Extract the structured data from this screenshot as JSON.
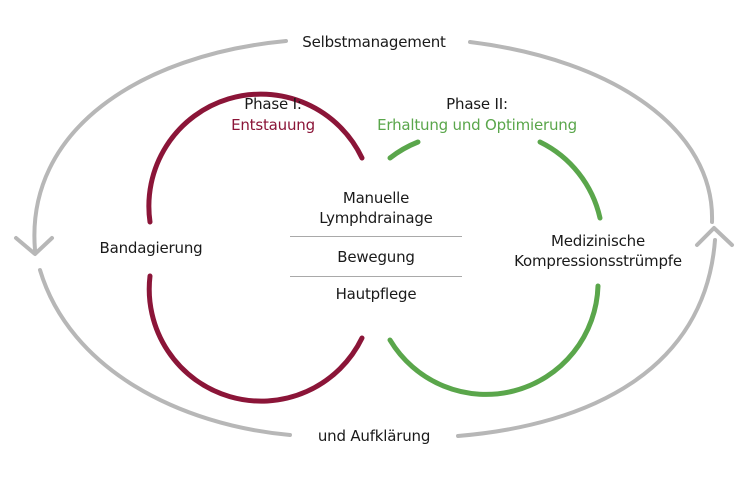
{
  "outer_cycle": {
    "top_label": "Selbstmanagement",
    "bottom_label": "und Aufklärung"
  },
  "phase1": {
    "title": "Phase I:",
    "name": "Entstauung",
    "side_label": "Bandagierung"
  },
  "phase2": {
    "title": "Phase II:",
    "name": "Erhaltung und Optimierung",
    "side_label_line1": "Medizinische",
    "side_label_line2": "Kompressionsstrümpfe"
  },
  "center_items": {
    "item1_line1": "Manuelle",
    "item1_line2": "Lymphdrainage",
    "item2": "Bewegung",
    "item3": "Hautpflege"
  },
  "colors": {
    "phase1": "#8b1538",
    "phase2": "#5aa64b",
    "outer": "#b7b7b7",
    "divider": "#a9a9a9"
  }
}
